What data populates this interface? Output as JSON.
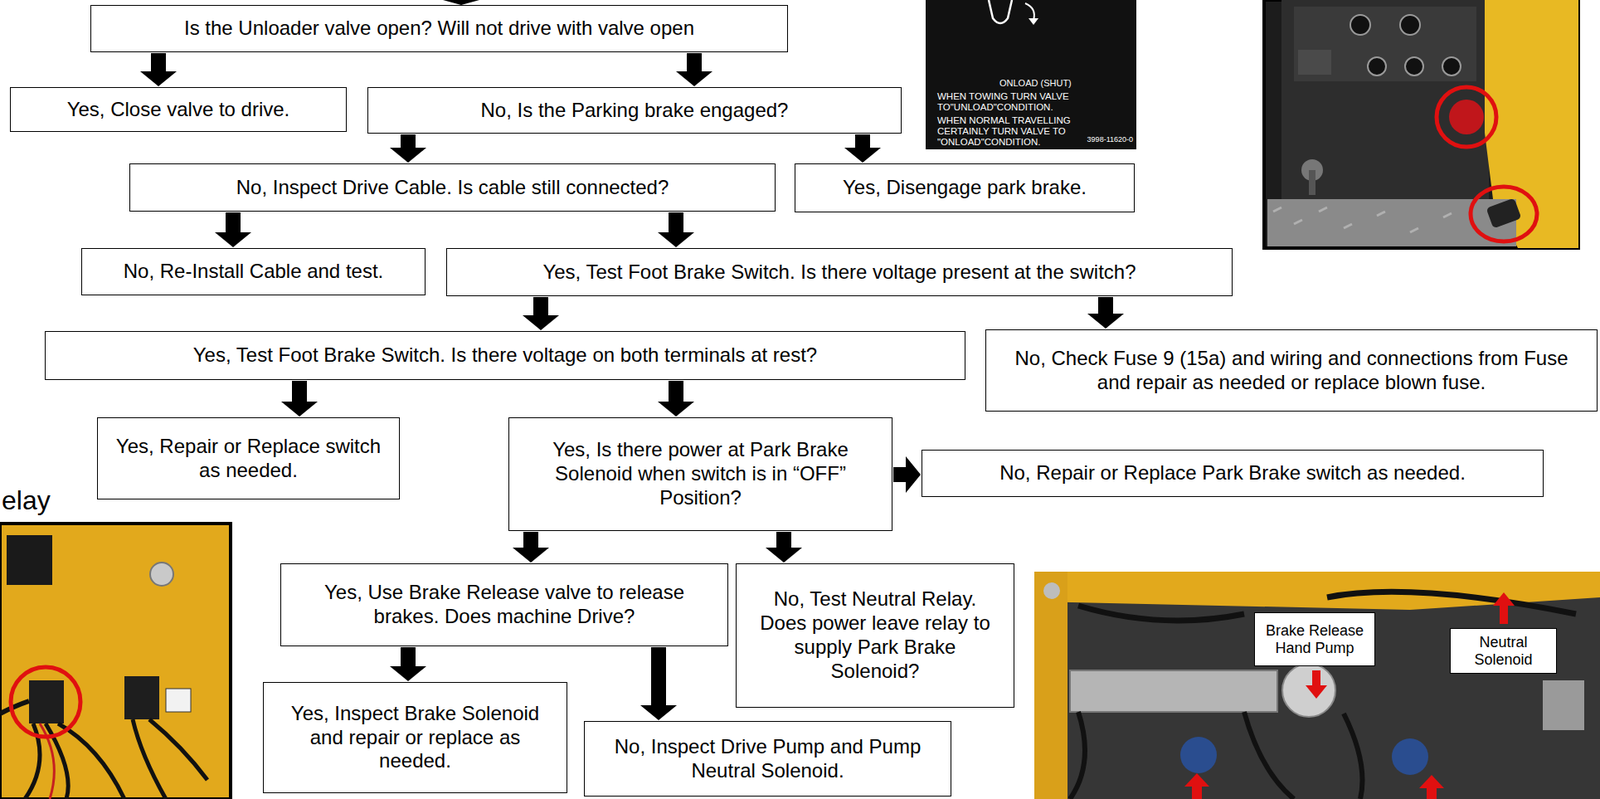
{
  "diagram": {
    "nodes": [
      {
        "text": [
          "Is the Unloader valve open? Will not drive with valve open"
        ]
      },
      {
        "text": [
          "Yes, Close valve to drive."
        ]
      },
      {
        "text": [
          "No, Is the Parking brake engaged?"
        ]
      },
      {
        "text": [
          "No, Inspect Drive Cable. Is cable still connected?"
        ]
      },
      {
        "text": [
          "Yes, Disengage park brake."
        ]
      },
      {
        "text": [
          "No, Re-Install Cable and test."
        ]
      },
      {
        "text": [
          "Yes, Test Foot Brake Switch. Is there voltage present at the switch?"
        ]
      },
      {
        "text": [
          "Yes, Test Foot Brake Switch. Is there voltage on both terminals at rest?"
        ]
      },
      {
        "text": [
          "No, Check Fuse 9 (15a) and wiring and connections from Fuse and repair as needed or replace blown fuse."
        ]
      },
      {
        "text": [
          "Yes, Repair or Replace switch as needed."
        ]
      },
      {
        "text": [
          "Yes, Is there power at Park Brake Solenoid when switch is in “OFF” Position?"
        ]
      },
      {
        "text": [
          "No, Repair or Replace Park Brake switch as needed."
        ]
      },
      {
        "text": [
          "Yes, Use Brake Release valve to release brakes. Does machine Drive?"
        ]
      },
      {
        "text": [
          "No, Test Neutral Relay. Does power leave relay to supply Park Brake Solenoid?"
        ]
      },
      {
        "text": [
          "Yes, Inspect Brake Solenoid and repair or replace as needed."
        ]
      },
      {
        "text": [
          "No, Inspect Drive Pump and Pump Neutral Solenoid."
        ]
      },
      {
        "text": [
          "Brake Release Hand Pump"
        ]
      },
      {
        "text": [
          "Neutral Solenoid"
        ]
      }
    ],
    "edges": [
      {
        "from": 0,
        "to": 1,
        "arrow": "to"
      },
      {
        "from": 0,
        "to": 2,
        "arrow": "to"
      },
      {
        "from": 2,
        "to": 3,
        "arrow": "to"
      },
      {
        "from": 2,
        "to": 4,
        "arrow": "to"
      },
      {
        "from": 3,
        "to": 5,
        "arrow": "to"
      },
      {
        "from": 3,
        "to": 6,
        "arrow": "to"
      },
      {
        "from": 6,
        "to": 7,
        "arrow": "to"
      },
      {
        "from": 6,
        "to": 8,
        "arrow": "to"
      },
      {
        "from": 7,
        "to": 9,
        "arrow": "to"
      },
      {
        "from": 7,
        "to": 10,
        "arrow": "to"
      },
      {
        "from": 10,
        "to": 11,
        "arrow": "to"
      },
      {
        "from": 10,
        "to": 12,
        "arrow": "to"
      },
      {
        "from": 10,
        "to": 13,
        "arrow": "to"
      },
      {
        "from": 12,
        "to": 14,
        "arrow": "to"
      },
      {
        "from": 12,
        "to": 15,
        "arrow": "to"
      }
    ],
    "labels": [
      "ONLOAD (SHUT)",
      "WHEN TOWING TURN VALVE TO\"UNLOAD\"CONDITION.",
      "WHEN NORMAL TRAVELLING CERTAINLY TURN VALVE TO \"ONLOAD\"CONDITION.",
      "3998-11620-0",
      "elay"
    ]
  }
}
